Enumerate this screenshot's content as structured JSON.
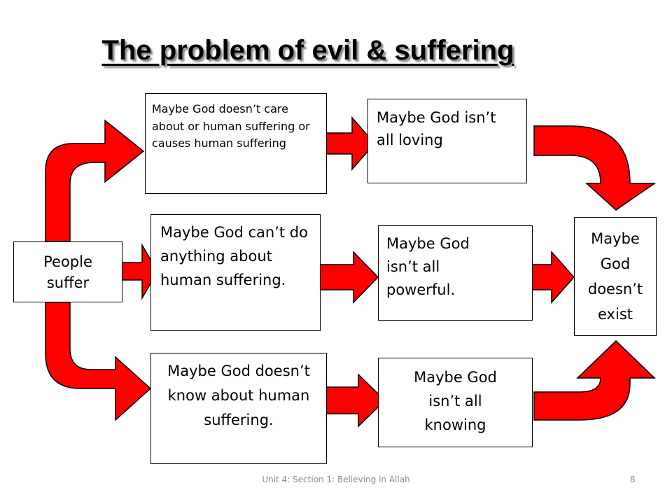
{
  "slide": {
    "title": "The problem of evil & suffering",
    "footer": "Unit 4: Section 1: Believing in Allah",
    "page_number": "8"
  },
  "boxes": {
    "people_suffer": "People suffer",
    "not_care": "Maybe God doesn’t care about or human suffering or causes human suffering",
    "cant_do": "Maybe God can’t do anything about human suffering.",
    "doesnt_know": "Maybe God doesn’t know about human suffering.",
    "not_loving": "Maybe God isn’t all loving",
    "not_powerful": "Maybe God isn’t all powerful.",
    "not_knowing": "Maybe God isn’t all knowing",
    "doesnt_exist": "Maybe God doesn’t exist"
  },
  "colors": {
    "arrow_fill": "#ff0000",
    "arrow_stroke": "#000000"
  }
}
